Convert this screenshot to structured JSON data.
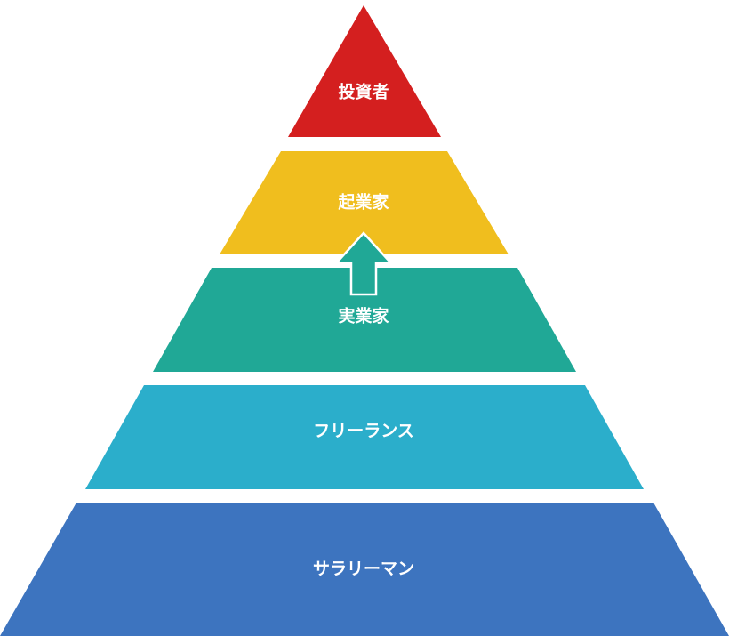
{
  "tiers": [
    {
      "label": "投資者",
      "color": "#d41f1f"
    },
    {
      "label": "起業家",
      "color": "#f0be1e"
    },
    {
      "label": "実業家",
      "color": "#20a896"
    },
    {
      "label": "フリーランス",
      "color": "#2baecb"
    },
    {
      "label": "サラリーマン",
      "color": "#3d74bf"
    }
  ],
  "arrow": {
    "from": "実業家",
    "to": "起業家",
    "fill": "#20a896",
    "stroke": "#ffffff"
  }
}
